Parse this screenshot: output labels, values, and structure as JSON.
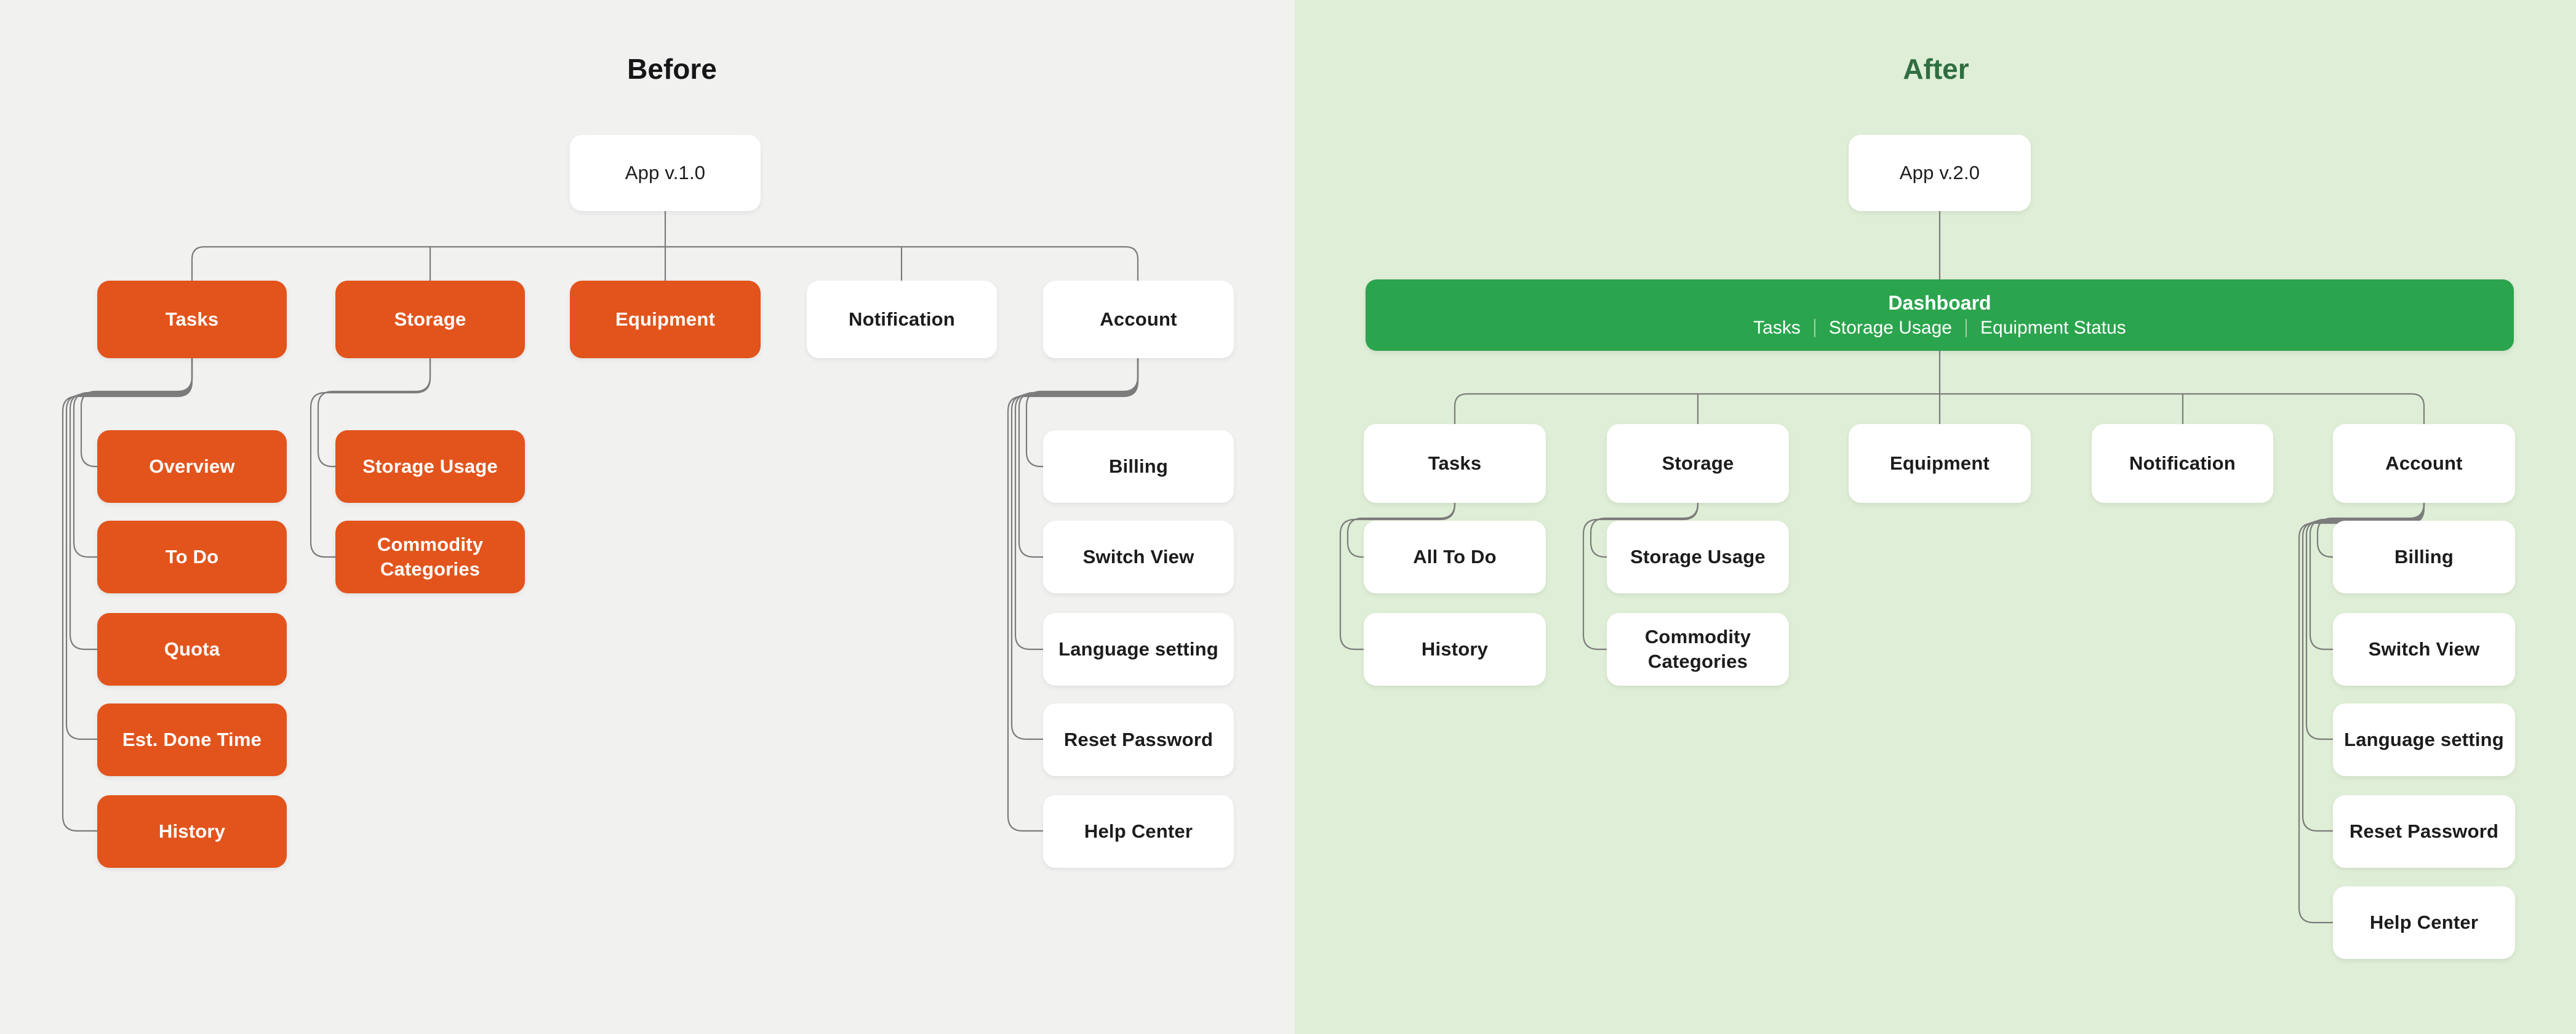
{
  "titles": {
    "before": "Before",
    "after": "After"
  },
  "before": {
    "root": "App v.1.0",
    "level2": {
      "tasks": "Tasks",
      "storage": "Storage",
      "equipment": "Equipment",
      "notification": "Notification",
      "account": "Account"
    },
    "tasks_children": {
      "overview": "Overview",
      "todo": "To Do",
      "quota": "Quota",
      "est_done_time": "Est. Done Time",
      "history": "History"
    },
    "storage_children": {
      "storage_usage": "Storage Usage",
      "commodity_categories": "Commodity Categories"
    },
    "account_children": {
      "billing": "Billing",
      "switch_view": "Switch View",
      "language_setting": "Language setting",
      "reset_password": "Reset Password",
      "help_center": "Help Center"
    }
  },
  "after": {
    "root": "App v.2.0",
    "dashboard": {
      "title": "Dashboard",
      "items": [
        "Tasks",
        "Storage Usage",
        "Equipment Status"
      ]
    },
    "level2": {
      "tasks": "Tasks",
      "storage": "Storage",
      "equipment": "Equipment",
      "notification": "Notification",
      "account": "Account"
    },
    "tasks_children": {
      "all_todo": "All To Do",
      "history": "History"
    },
    "storage_children": {
      "storage_usage": "Storage Usage",
      "commodity_categories": "Commodity Categories"
    },
    "account_children": {
      "billing": "Billing",
      "switch_view": "Switch View",
      "language_setting": "Language setting",
      "reset_password": "Reset Password",
      "help_center": "Help Center"
    }
  },
  "colors": {
    "orange": "#E2541C",
    "green": "#2BA44E",
    "bg_before": "#F1F1F0",
    "bg_after": "#DFEED6",
    "title_after": "#2F6E41",
    "connector": "#7C7C7C"
  }
}
